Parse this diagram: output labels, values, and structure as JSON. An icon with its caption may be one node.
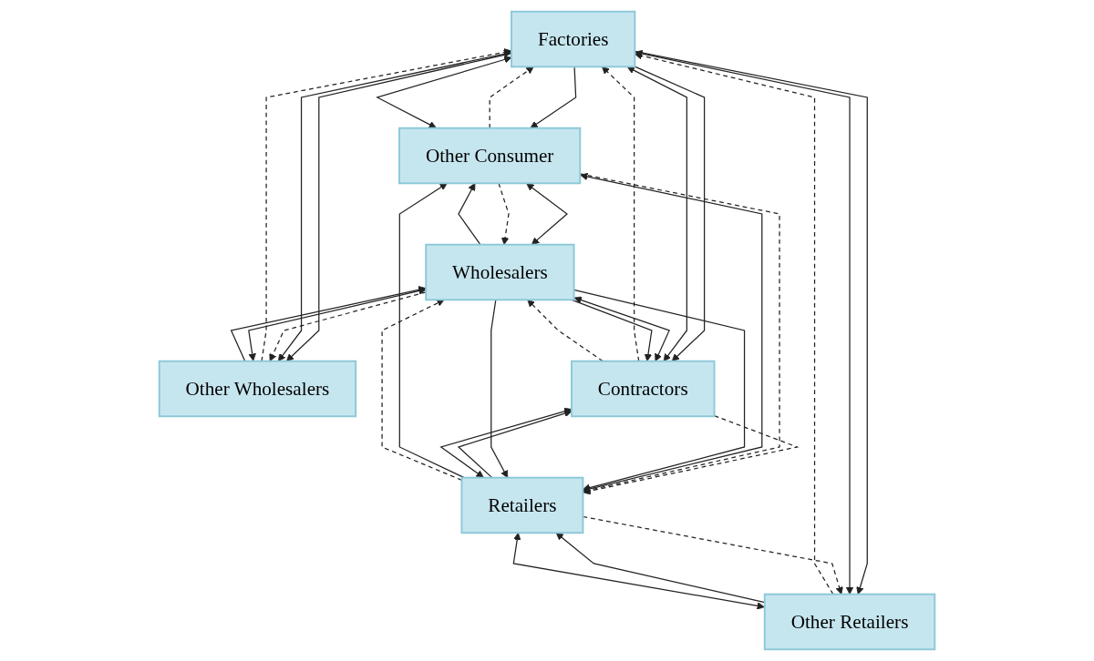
{
  "diagram": {
    "nodes": [
      {
        "text": [
          "Factories"
        ]
      },
      {
        "text": [
          "Other Wholesalers"
        ]
      },
      {
        "text": [
          "Other Consumer"
        ]
      },
      {
        "text": [
          "Wholesalers"
        ]
      },
      {
        "text": [
          "Other Retailers"
        ]
      },
      {
        "text": [
          "Retailers"
        ]
      },
      {
        "text": [
          "Contractors"
        ]
      }
    ],
    "edges": [
      {
        "from": 2,
        "to": 0,
        "arrow": "to",
        "style": "dashed"
      },
      {
        "from": 0,
        "to": 2,
        "arrow": "to"
      },
      {
        "from": 2,
        "to": 0,
        "arrow": "both"
      },
      {
        "from": 1,
        "to": 0,
        "arrow": "to",
        "style": "dashed"
      },
      {
        "from": 0,
        "to": 1,
        "arrow": "to"
      },
      {
        "from": 0,
        "to": 1,
        "arrow": "both"
      },
      {
        "from": 1,
        "to": 3,
        "arrow": "both"
      },
      {
        "from": 1,
        "to": 3,
        "arrow": "to"
      },
      {
        "from": 3,
        "to": 1,
        "arrow": "to",
        "style": "dashed"
      },
      {
        "from": 2,
        "to": 3,
        "arrow": "both"
      },
      {
        "from": 3,
        "to": 2,
        "arrow": "to"
      },
      {
        "from": 2,
        "to": 3,
        "arrow": "to",
        "style": "dashed"
      },
      {
        "from": 4,
        "to": 0,
        "arrow": "to",
        "style": "dashed"
      },
      {
        "from": 0,
        "to": 4,
        "arrow": "to"
      },
      {
        "from": 0,
        "to": 4,
        "arrow": "both"
      },
      {
        "from": 6,
        "to": 0,
        "arrow": "to",
        "style": "dashed"
      },
      {
        "from": 0,
        "to": 6,
        "arrow": "to"
      },
      {
        "from": 0,
        "to": 6,
        "arrow": "both"
      },
      {
        "from": 5,
        "to": 4,
        "arrow": "to",
        "style": "dashed"
      },
      {
        "from": 4,
        "to": 5,
        "arrow": "to"
      },
      {
        "from": 4,
        "to": 5,
        "arrow": "both"
      },
      {
        "from": 6,
        "to": 5,
        "arrow": "to",
        "style": "dashed"
      },
      {
        "from": 5,
        "to": 6,
        "arrow": "to"
      },
      {
        "from": 5,
        "to": 6,
        "arrow": "both"
      },
      {
        "from": 2,
        "to": 5,
        "arrow": "to",
        "style": "dashed"
      },
      {
        "from": 5,
        "to": 2,
        "arrow": "to"
      },
      {
        "from": 2,
        "to": 5,
        "arrow": "both"
      },
      {
        "from": 3,
        "to": 6,
        "arrow": "both"
      },
      {
        "from": 3,
        "to": 5,
        "arrow": "to"
      },
      {
        "from": 3,
        "to": 6,
        "arrow": "to"
      },
      {
        "from": 3,
        "to": 5,
        "arrow": "to"
      },
      {
        "from": 6,
        "to": 3,
        "arrow": "to",
        "style": "dashed"
      },
      {
        "from": 5,
        "to": 3,
        "arrow": "to",
        "style": "dashed"
      }
    ]
  }
}
